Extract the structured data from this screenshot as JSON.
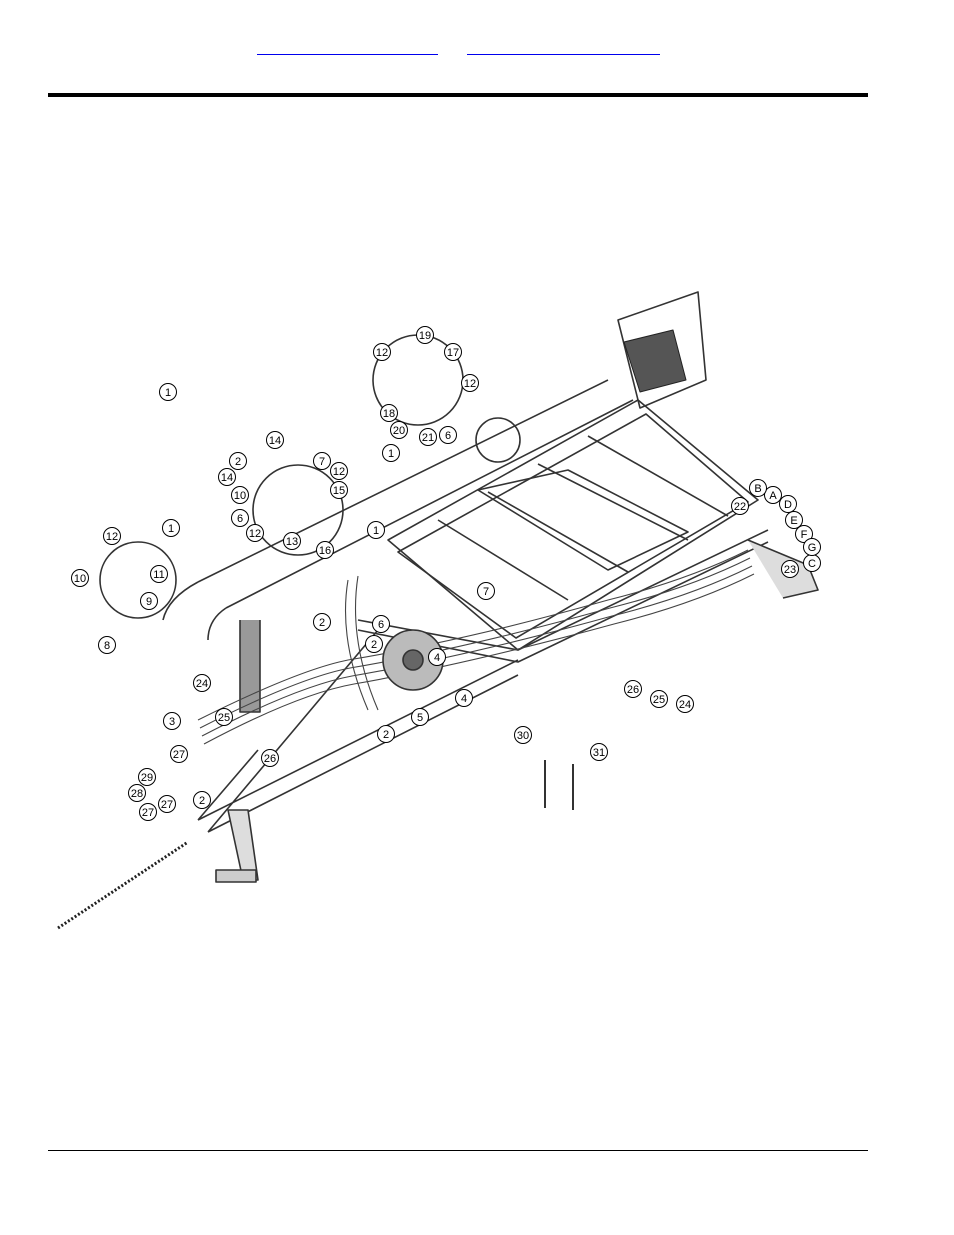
{
  "header": {
    "links": [
      "",
      ""
    ]
  },
  "diagram": {
    "callouts": [
      "1",
      "2",
      "3",
      "4",
      "5",
      "6",
      "7",
      "8",
      "9",
      "10",
      "11",
      "12",
      "13",
      "14",
      "15",
      "16",
      "17",
      "18",
      "19",
      "20",
      "21",
      "22",
      "23",
      "24",
      "25",
      "26",
      "27",
      "28",
      "29",
      "30",
      "31",
      "A",
      "B",
      "C",
      "D",
      "E",
      "F",
      "G"
    ]
  }
}
